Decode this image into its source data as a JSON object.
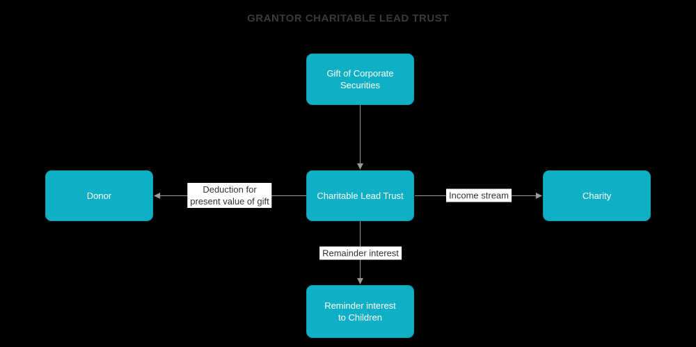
{
  "title": "GRANTOR CHARITABLE LEAD TRUST",
  "colors": {
    "background": "#000000",
    "node_fill": "#0fb0c5",
    "node_border": "#0c9fb2",
    "node_text": "#ffffff",
    "edge_color": "#999999",
    "label_bg": "#ffffff",
    "label_text": "#333333",
    "title_text": "#3a3a3a"
  },
  "nodes": {
    "gift": {
      "label": "Gift of Corporate Securities"
    },
    "donor": {
      "label": "Donor"
    },
    "clt": {
      "label": "Charitable Lead Trust"
    },
    "charity": {
      "label": "Charity"
    },
    "children": {
      "label": "Reminder interest to Children"
    }
  },
  "edges": {
    "gift_to_clt": {
      "label_lines": []
    },
    "clt_to_donor": {
      "label_lines": [
        "Deduction for",
        "present value of gift"
      ]
    },
    "clt_to_charity": {
      "label_lines": [
        "Income stream"
      ]
    },
    "clt_to_children": {
      "label_lines": [
        "Remainder interest"
      ]
    }
  }
}
